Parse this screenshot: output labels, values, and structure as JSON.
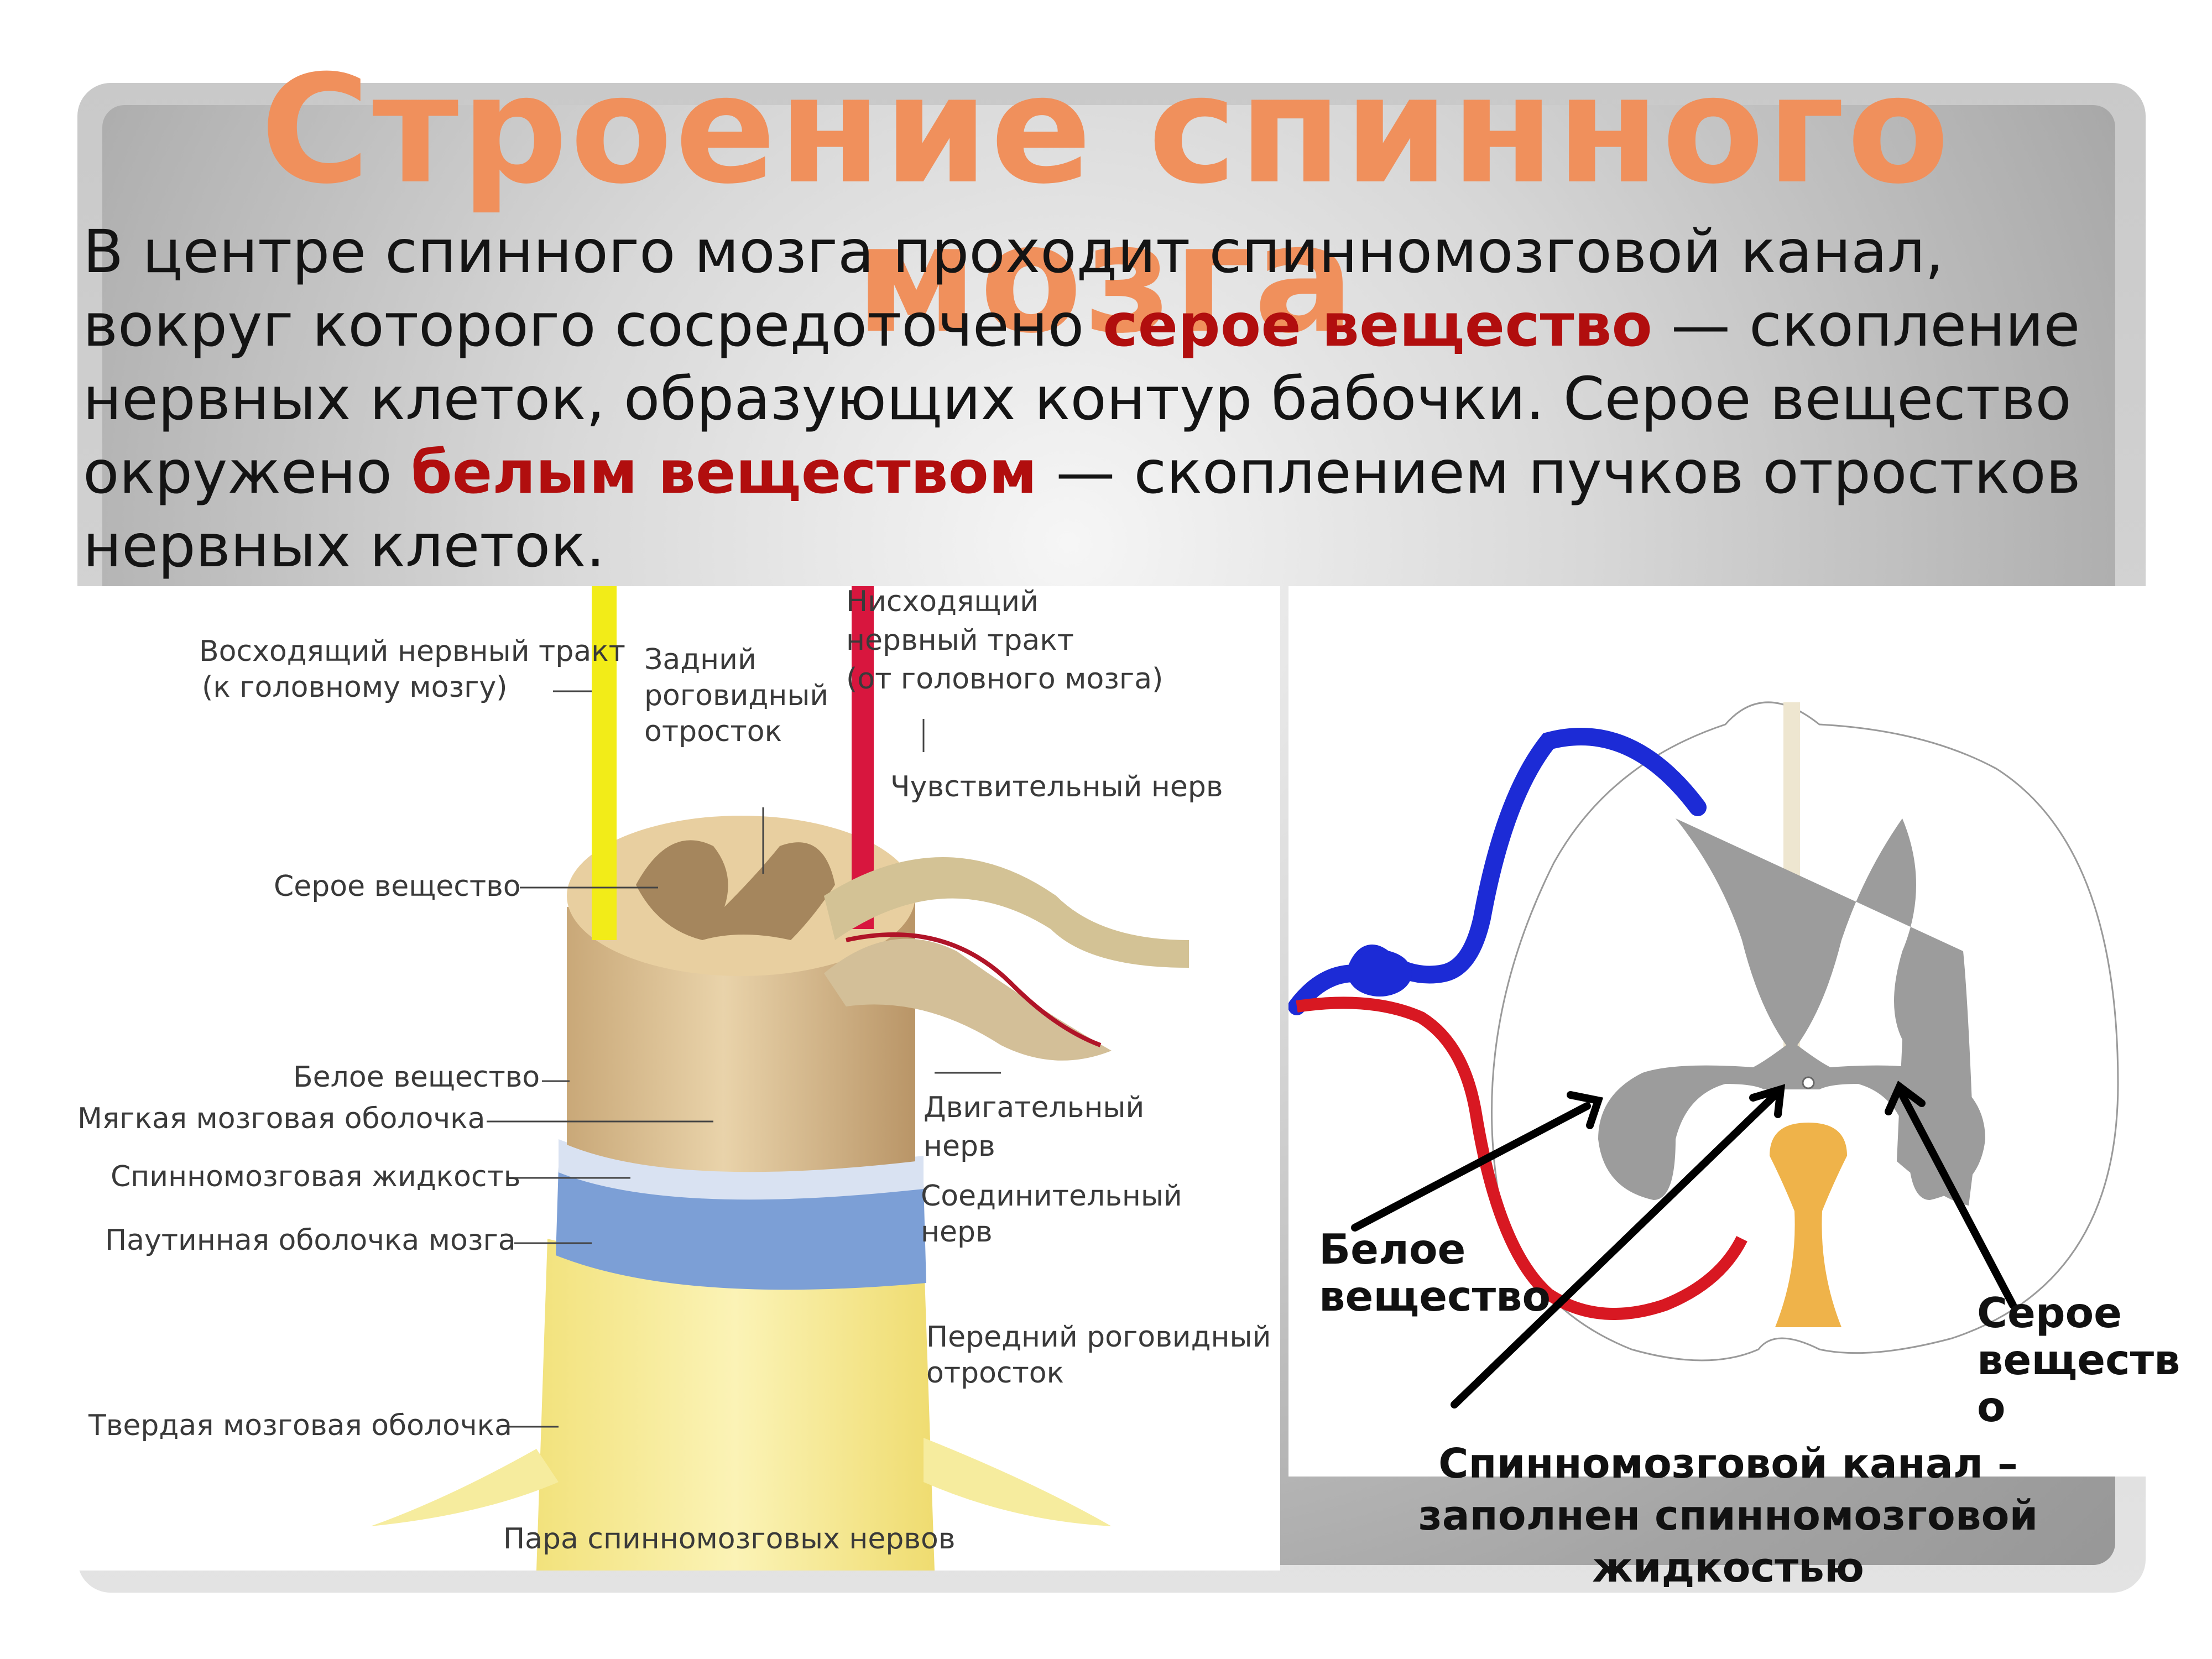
{
  "title": "Строение спинного мозга",
  "paragraph": {
    "p1": "В центре спинного мозга проходит спинномозговой канал, вокруг которого сосредоточено ",
    "hl1": "серое вещество",
    "p2": " — скопление нервных клеток, образующих контур бабочки. Серое вещество окружено ",
    "hl2": "белым веществом",
    "p3": " — скоплением пучков отростков нервных клеток."
  },
  "left_diagram": {
    "labels": {
      "ascending_tract_1": "Восходящий нервный тракт",
      "ascending_tract_2": "(к головному мозгу)",
      "posterior_horn_1": "Задний",
      "posterior_horn_2": "роговидный",
      "posterior_horn_3": "отросток",
      "descending_tract_1": "Нисходящий",
      "descending_tract_2": "нервный тракт",
      "descending_tract_3": "(от головного мозга)",
      "sensory_nerve": "Чувствительный нерв",
      "gray_matter": "Серое вещество",
      "white_matter": "Белое вещество",
      "pia_mater": "Мягкая мозговая оболочка",
      "csf": "Спинномозговая жидкость",
      "arachnoid": "Паутинная оболочка мозга",
      "motor_nerve_1": "Двигательный",
      "motor_nerve_2": "нерв",
      "connective_nerve_1": "Соединительный",
      "connective_nerve_2": "нерв",
      "anterior_horn_1": "Передний роговидный",
      "anterior_horn_2": "отросток",
      "dura_mater": "Твердая мозговая оболочка",
      "spinal_nerves": "Пара спинномозговых нервов"
    }
  },
  "right_diagram": {
    "white_matter_1": "Белое",
    "white_matter_2": "вещество",
    "gray_matter_1": "Серое",
    "gray_matter_2": "веществ",
    "gray_matter_3": "о",
    "canal_1": "Спинномозговой канал –",
    "canal_2": "заполнен спинномозговой",
    "canal_3": "жидкостью"
  },
  "colors": {
    "title": "#f0905c",
    "highlight": "#b10e0e",
    "sensory_nerve": "#1c2bd6",
    "motor_nerve": "#d81822",
    "gray_matter": "#9a9a9a",
    "fluid": "#efb34a"
  }
}
